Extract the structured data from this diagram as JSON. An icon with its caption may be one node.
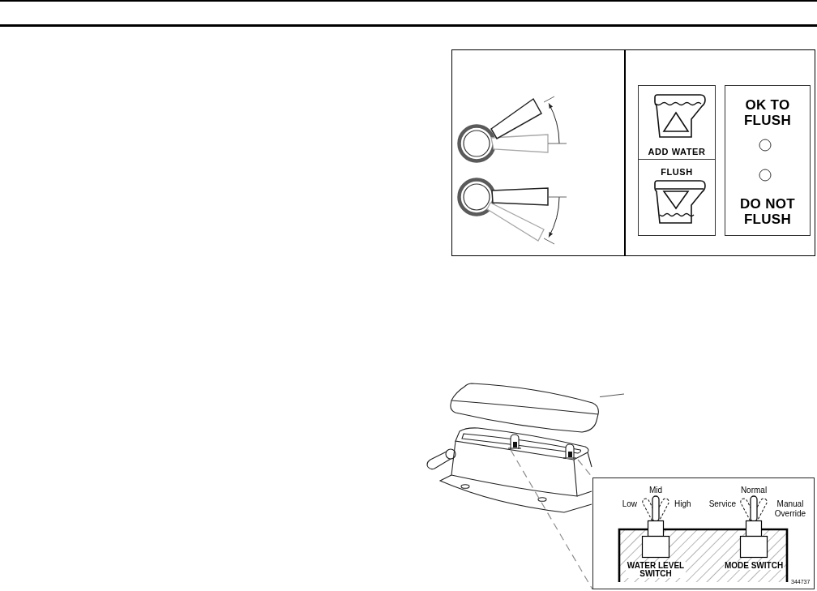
{
  "diagram": {
    "nodes": [
      {
        "text": [
          "ADD WATER"
        ]
      },
      {
        "text": [
          "FLUSH"
        ]
      },
      {
        "text": [
          "OK TO FLUSH",
          "DO NOT FLUSH"
        ]
      },
      {
        "text": [],
        "shape": "picture"
      },
      {
        "text": [],
        "shape": "picture"
      },
      {
        "text": [],
        "shape": "picture"
      },
      {
        "text": [],
        "shape": "box"
      },
      {
        "text": [
          "WATER LEVEL SWITCH"
        ],
        "in": 6,
        "beside": [
          "Mid",
          "Low",
          "High"
        ]
      },
      {
        "text": [
          "MODE SWITCH"
        ],
        "in": 6,
        "beside": [
          "Normal",
          "Service",
          "Manual Override"
        ]
      }
    ],
    "edges": [
      {
        "from": null,
        "to": 3,
        "arrow": "none"
      },
      {
        "from": 4,
        "to": 6,
        "arrow": "none",
        "style": "dashed"
      },
      {
        "from": 5,
        "to": 6,
        "arrow": "none",
        "style": "dashed"
      }
    ],
    "labels": [
      "344737"
    ]
  }
}
